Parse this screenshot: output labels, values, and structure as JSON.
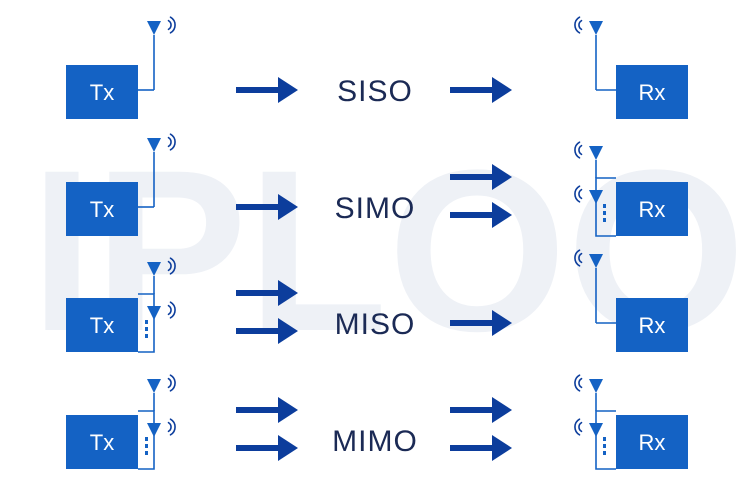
{
  "colors": {
    "box": "#1462c4",
    "arrow": "#0c3d9c",
    "line": "#1462c4",
    "text": "#1b2a55",
    "watermark": "#eef1f6"
  },
  "watermark": "IPLOOK",
  "tx_label": "Tx",
  "rx_label": "Rx",
  "rows": [
    {
      "mode": "SISO",
      "tx_antennas": 1,
      "rx_antennas": 1,
      "left_arrows": 1,
      "right_arrows": 1
    },
    {
      "mode": "SIMO",
      "tx_antennas": 1,
      "rx_antennas": 2,
      "left_arrows": 1,
      "right_arrows": 2
    },
    {
      "mode": "MISO",
      "tx_antennas": 2,
      "rx_antennas": 1,
      "left_arrows": 2,
      "right_arrows": 1
    },
    {
      "mode": "MIMO",
      "tx_antennas": 2,
      "rx_antennas": 2,
      "left_arrows": 2,
      "right_arrows": 2
    }
  ]
}
